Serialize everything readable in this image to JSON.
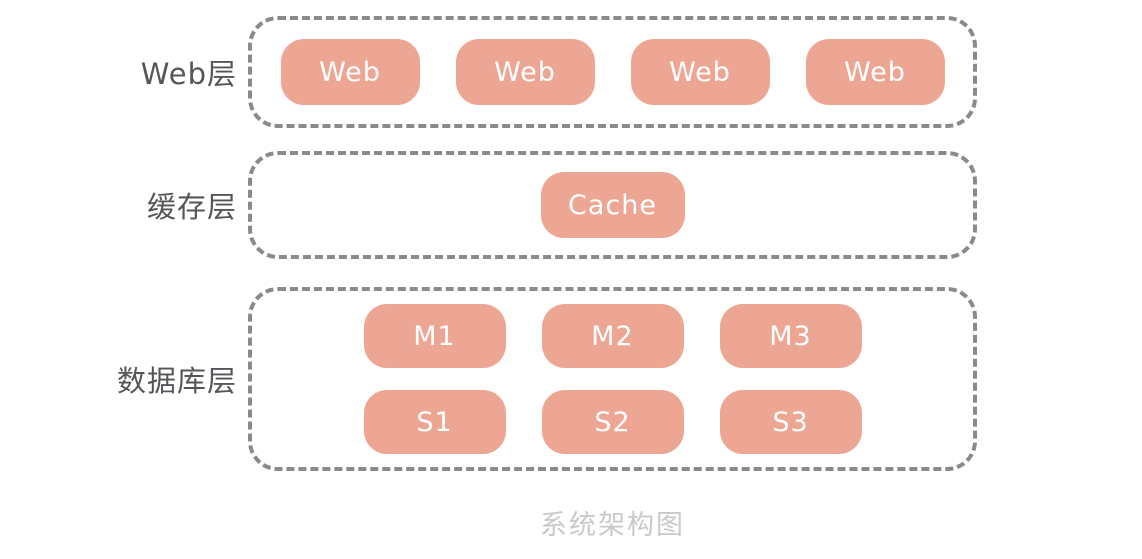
{
  "diagram_title": "系统架构图",
  "colors": {
    "box_fill": "#eda693",
    "box_text": "#ffffff",
    "container_border": "#8a8a8a",
    "label_text": "#55565a",
    "title_text": "#c9c9c9",
    "page_bg": "#ffffff"
  },
  "layers": [
    {
      "name": "web",
      "label": "Web层",
      "nodes_rows": [
        [
          "Web",
          "Web",
          "Web",
          "Web"
        ]
      ]
    },
    {
      "name": "cache",
      "label": "缓存层",
      "nodes_rows": [
        [
          "Cache"
        ]
      ]
    },
    {
      "name": "database",
      "label": "数据库层",
      "nodes_rows": [
        [
          "M1",
          "M2",
          "M3"
        ],
        [
          "S1",
          "S2",
          "S3"
        ]
      ]
    }
  ]
}
